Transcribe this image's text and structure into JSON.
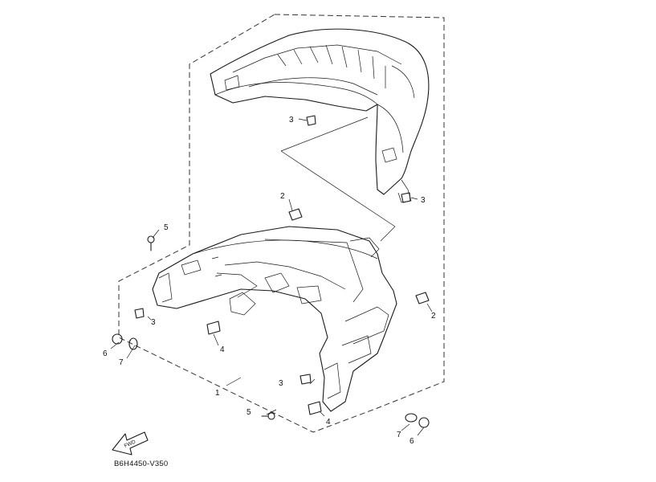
{
  "diagram": {
    "code": "B6H4450-V350",
    "fwd_label": "FWD",
    "callouts": {
      "c1": "1",
      "c2a": "2",
      "c2b": "2",
      "c3a": "3",
      "c3b": "3",
      "c3c": "3",
      "c3d": "3",
      "c4a": "4",
      "c4b": "4",
      "c5a": "5",
      "c5b": "5",
      "c6a": "6",
      "c6b": "6",
      "c7a": "7",
      "c7b": "7"
    }
  }
}
